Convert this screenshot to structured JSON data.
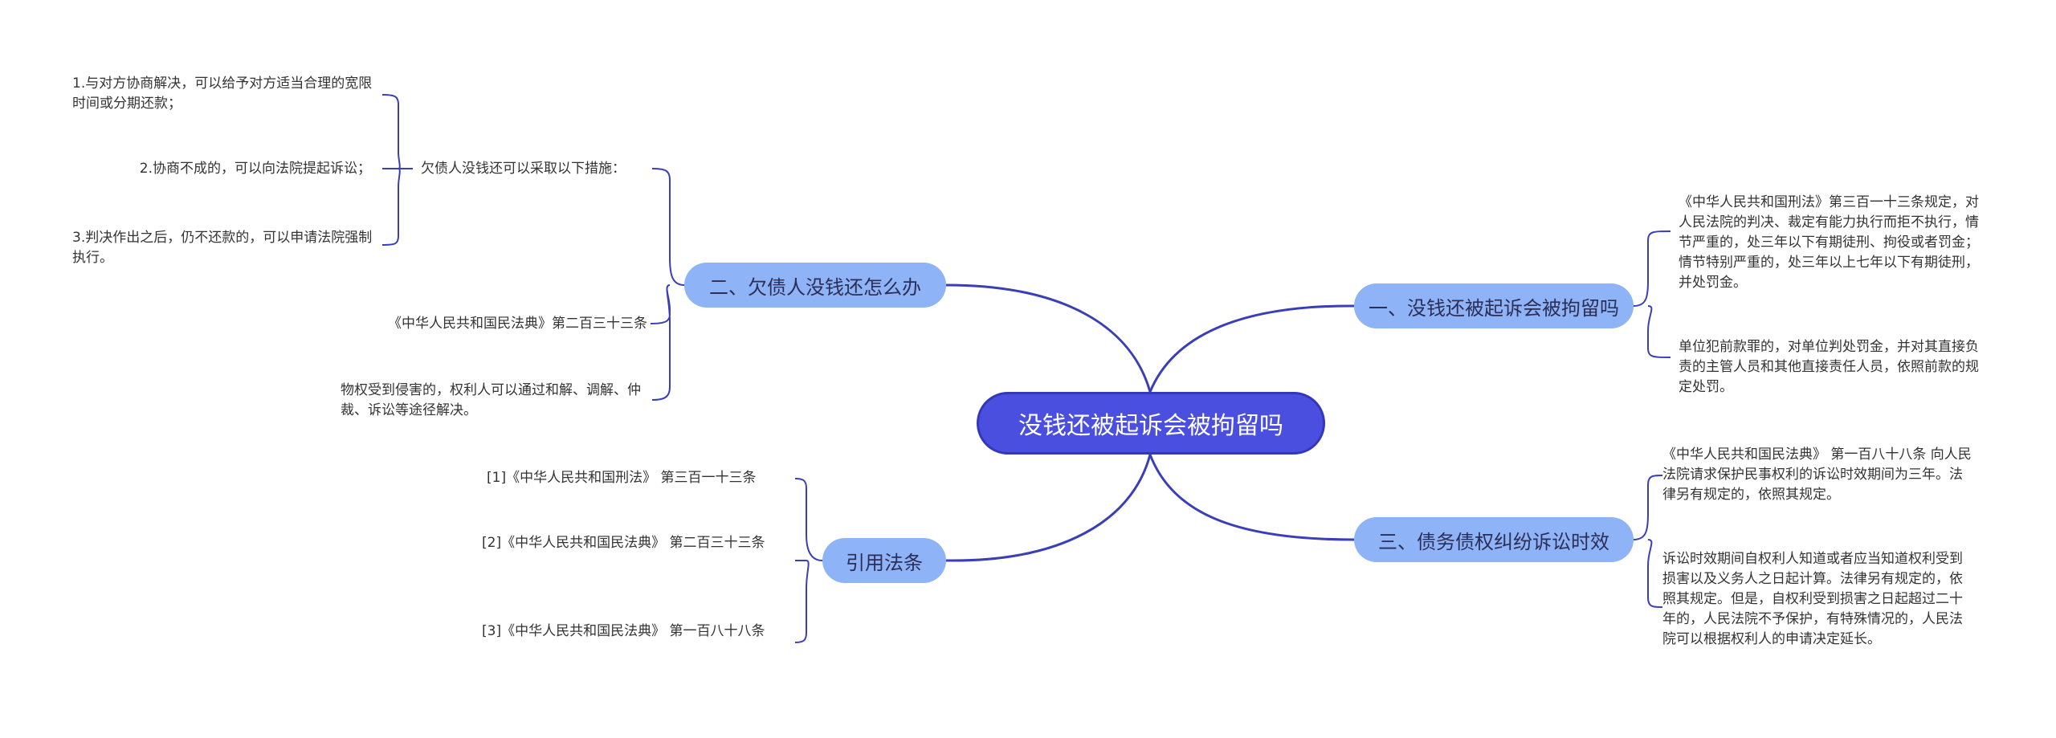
{
  "root": {
    "label": "没钱还被起诉会被拘留吗"
  },
  "branches": {
    "b1": {
      "label": "一、没钱还被起诉会被拘留吗"
    },
    "b2": {
      "label": "二、欠债人没钱还怎么办"
    },
    "b3": {
      "label": "三、债务债权纠纷诉讼时效"
    },
    "b4": {
      "label": "引用法条"
    }
  },
  "leaves": {
    "b1_l1": "《中华人民共和国刑法》第三百一十三条规定，对人民法院的判决、裁定有能力执行而拒不执行，情节严重的，处三年以下有期徒刑、拘役或者罚金；情节特别严重的，处三年以上七年以下有期徒刑，并处罚金。",
    "b1_l2": "单位犯前款罪的，对单位判处罚金，并对其直接负责的主管人员和其他直接责任人员，依照前款的规定处罚。",
    "b2_sub": "欠债人没钱还可以采取以下措施：",
    "b2_sub_l1": "1.与对方协商解决，可以给予对方适当合理的宽限时间或分期还款；",
    "b2_sub_l2": "2.协商不成的，可以向法院提起诉讼；",
    "b2_sub_l3": "3.判决作出之后，仍不还款的，可以申请法院强制执行。",
    "b2_l2": "《中华人民共和国民法典》第二百三十三条",
    "b2_l3": "物权受到侵害的，权利人可以通过和解、调解、仲裁、诉讼等途径解决。",
    "b3_l1": "《中华人民共和国民法典》 第一百八十八条 向人民法院请求保护民事权利的诉讼时效期间为三年。法律另有规定的，依照其规定。",
    "b3_l2": "诉讼时效期间自权利人知道或者应当知道权利受到损害以及义务人之日起计算。法律另有规定的，依照其规定。但是，自权利受到损害之日起超过二十年的，人民法院不予保护，有特殊情况的，人民法院可以根据权利人的申请决定延长。",
    "b4_l1": "[1]《中华人民共和国刑法》 第三百一十三条",
    "b4_l2": "[2]《中华人民共和国民法典》 第二百三十三条",
    "b4_l3": "[3]《中华人民共和国民法典》 第一百八十八条"
  },
  "colors": {
    "root_fill": "#4a4fe0",
    "branch_fill": "#8fb3f7",
    "connector": "#3a3fb8"
  }
}
